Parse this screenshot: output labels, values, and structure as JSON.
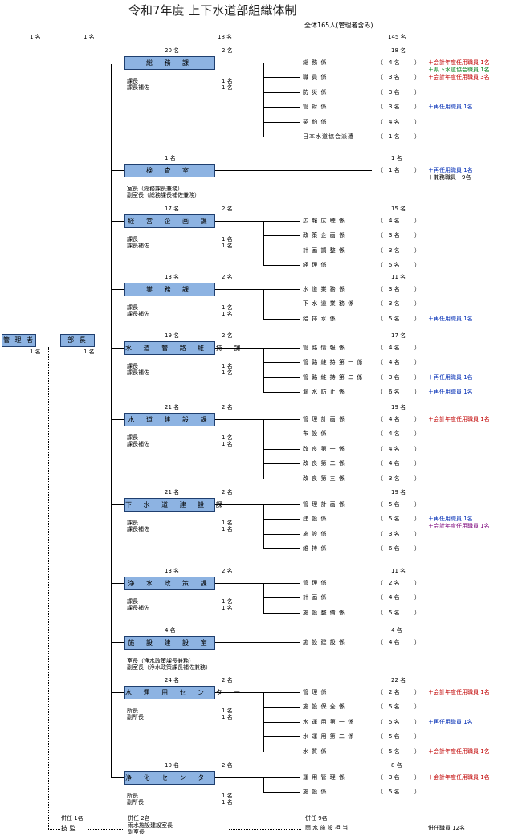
{
  "title": "令和7年度 上下水道部組織体制",
  "total": "全体165人(管理者含み)",
  "header_counts": {
    "c1": "1 名",
    "c2": "1 名",
    "c3": "18 名",
    "c4": "145 名"
  },
  "top": {
    "admin": "管 理 者",
    "admin_count": "1 名",
    "head": "部 長",
    "head_count": "1 名"
  },
  "depts": [
    {
      "count": "20 名",
      "mgr": "2 名",
      "name": "総 務 課",
      "staff": [
        "課長",
        "課長補佐"
      ],
      "staff_counts": [
        "1 名",
        "1 名"
      ],
      "sec_total": "18 名",
      "sections": [
        {
          "n": "総 務 係",
          "c": "4 名",
          "notes": [
            {
              "t": "＋会計年度任用職員 1名",
              "c": "red"
            },
            {
              "t": "＋県下水道協会職員 1名",
              "c": "grn"
            }
          ]
        },
        {
          "n": "職 員 係",
          "c": "3 名",
          "notes": [
            {
              "t": "＋会計年度任用職員 3名",
              "c": "red"
            }
          ]
        },
        {
          "n": "防 災 係",
          "c": "3 名",
          "notes": []
        },
        {
          "n": "管 財 係",
          "c": "3 名",
          "notes": [
            {
              "t": "＋再任用職員 1名",
              "c": "blu"
            }
          ]
        },
        {
          "n": "契 約 係",
          "c": "4 名",
          "notes": []
        },
        {
          "n": "日本水道協会派遣",
          "c": "1 名",
          "notes": []
        }
      ]
    },
    {
      "count": "1 名",
      "mgr": "",
      "name": "検 査 室",
      "staff": [
        "室長（総務課長兼務）",
        "副室長（総務課長補佐兼務）"
      ],
      "staff_counts": [
        "",
        ""
      ],
      "sec_total": "1 名",
      "sections": [
        {
          "n": "",
          "c": "1 名",
          "notes": [
            {
              "t": "＋再任用職員 1名",
              "c": "blu"
            },
            {
              "t": "＋兼務職員　9名",
              "c": ""
            }
          ]
        }
      ]
    },
    {
      "count": "17 名",
      "mgr": "2 名",
      "name": "経 営 企 画 課",
      "staff": [
        "課長",
        "課長補佐"
      ],
      "staff_counts": [
        "1 名",
        "1 名"
      ],
      "sec_total": "15 名",
      "sections": [
        {
          "n": "広 報 広 聴 係",
          "c": "4 名",
          "notes": []
        },
        {
          "n": "政 策 企 画 係",
          "c": "3 名",
          "notes": []
        },
        {
          "n": "計 画 調 整 係",
          "c": "3 名",
          "notes": []
        },
        {
          "n": "経 理 係",
          "c": "5 名",
          "notes": []
        }
      ]
    },
    {
      "count": "13 名",
      "mgr": "2 名",
      "name": "業 務 課",
      "staff": [
        "課長",
        "課長補佐"
      ],
      "staff_counts": [
        "1 名",
        "1 名"
      ],
      "sec_total": "11 名",
      "sections": [
        {
          "n": "水 道 業 務 係",
          "c": "3 名",
          "notes": []
        },
        {
          "n": "下 水 道 業 務 係",
          "c": "3 名",
          "notes": []
        },
        {
          "n": "給 排 水 係",
          "c": "5 名",
          "notes": [
            {
              "t": "＋再任用職員 1名",
              "c": "blu"
            }
          ]
        }
      ]
    },
    {
      "count": "19 名",
      "mgr": "2 名",
      "name": "水 道 管 路 維 持 課",
      "staff": [
        "課長",
        "課長補佐"
      ],
      "staff_counts": [
        "1 名",
        "1 名"
      ],
      "sec_total": "17 名",
      "sections": [
        {
          "n": "管 路 情 報 係",
          "c": "4 名",
          "notes": []
        },
        {
          "n": "管 路 維 持 第 一 係",
          "c": "4 名",
          "notes": []
        },
        {
          "n": "管 路 維 持 第 二 係",
          "c": "3 名",
          "notes": [
            {
              "t": "＋再任用職員 1名",
              "c": "blu"
            }
          ]
        },
        {
          "n": "漏 水 防 止 係",
          "c": "6 名",
          "notes": [
            {
              "t": "＋再任用職員 1名",
              "c": "blu"
            }
          ]
        }
      ]
    },
    {
      "count": "21 名",
      "mgr": "2 名",
      "name": "水 道 建 設 課",
      "staff": [
        "課長",
        "課長補佐"
      ],
      "staff_counts": [
        "1 名",
        "1 名"
      ],
      "sec_total": "19 名",
      "sections": [
        {
          "n": "管 理 計 画 係",
          "c": "4 名",
          "notes": [
            {
              "t": "＋会計年度任用職員 1名",
              "c": "red"
            }
          ]
        },
        {
          "n": "布 設 係",
          "c": "4 名",
          "notes": []
        },
        {
          "n": "改 良 第 一 係",
          "c": "4 名",
          "notes": []
        },
        {
          "n": "改 良 第 二 係",
          "c": "4 名",
          "notes": []
        },
        {
          "n": "改 良 第 三 係",
          "c": "3 名",
          "notes": []
        }
      ]
    },
    {
      "count": "21 名",
      "mgr": "2 名",
      "name": "下 水 道 建 設 課",
      "staff": [
        "課長",
        "課長補佐"
      ],
      "staff_counts": [
        "1 名",
        "1 名"
      ],
      "sec_total": "19 名",
      "sections": [
        {
          "n": "管 理 計 画 係",
          "c": "5 名",
          "notes": []
        },
        {
          "n": "建 設 係",
          "c": "5 名",
          "notes": [
            {
              "t": "＋再任用職員 1名",
              "c": "blu"
            },
            {
              "t": "＋会計年度任用職員 1名",
              "c": "pur"
            }
          ]
        },
        {
          "n": "施 設 係",
          "c": "3 名",
          "notes": []
        },
        {
          "n": "維 持 係",
          "c": "6 名",
          "notes": []
        }
      ]
    },
    {
      "count": "13 名",
      "mgr": "2 名",
      "name": "浄 水 政 策 課",
      "staff": [
        "課長",
        "課長補佐"
      ],
      "staff_counts": [
        "1 名",
        "1 名"
      ],
      "sec_total": "11 名",
      "sections": [
        {
          "n": "管 理 係",
          "c": "2 名",
          "notes": []
        },
        {
          "n": "計 画 係",
          "c": "4 名",
          "notes": []
        },
        {
          "n": "施 設 整 備 係",
          "c": "5 名",
          "notes": []
        }
      ]
    },
    {
      "count": "4 名",
      "mgr": "",
      "name": "施 設 建 設 室",
      "staff": [
        "室長（浄水政策課長兼務）",
        "副室長（浄水政策課長補佐兼務）"
      ],
      "staff_counts": [
        "",
        ""
      ],
      "sec_total": "4 名",
      "sections": [
        {
          "n": "施 設 建 設 係",
          "c": "4 名",
          "notes": []
        }
      ]
    },
    {
      "count": "24 名",
      "mgr": "2 名",
      "name": "水 運 用 セ ン タ ー",
      "staff": [
        "所長",
        "副所長"
      ],
      "staff_counts": [
        "1 名",
        "1 名"
      ],
      "sec_total": "22 名",
      "sections": [
        {
          "n": "管 理 係",
          "c": "2 名",
          "notes": [
            {
              "t": "＋会計年度任用職員 1名",
              "c": "red"
            }
          ]
        },
        {
          "n": "施 設 保 全 係",
          "c": "5 名",
          "notes": []
        },
        {
          "n": "水 運 用 第 一 係",
          "c": "5 名",
          "notes": [
            {
              "t": "＋再任用職員 1名",
              "c": "blu"
            }
          ]
        },
        {
          "n": "水 運 用 第 二 係",
          "c": "5 名",
          "notes": []
        },
        {
          "n": "水 質 係",
          "c": "5 名",
          "notes": [
            {
              "t": "＋会計年度任用職員 1名",
              "c": "red"
            }
          ]
        }
      ]
    },
    {
      "count": "10 名",
      "mgr": "2 名",
      "name": "浄 化 セ ン タ ー",
      "staff": [
        "所長",
        "副所長"
      ],
      "staff_counts": [
        "1 名",
        "1 名"
      ],
      "sec_total": "8 名",
      "sections": [
        {
          "n": "運 用 管 理 係",
          "c": "3 名",
          "notes": [
            {
              "t": "＋会計年度任用職員 1名",
              "c": "red"
            }
          ]
        },
        {
          "n": "施 設 係",
          "c": "5 名",
          "notes": []
        }
      ]
    }
  ],
  "bottom": {
    "kanshi_cnt": "併任 1名",
    "kanshi": "技 監",
    "sec_cnt": "併任 2名",
    "sec1": "雨水施設建設室長",
    "sec2": "副室長",
    "r_cnt": "併任 9名",
    "r_name": "雨 水 施 設 担 当",
    "r_note": "併任職員 12名"
  }
}
